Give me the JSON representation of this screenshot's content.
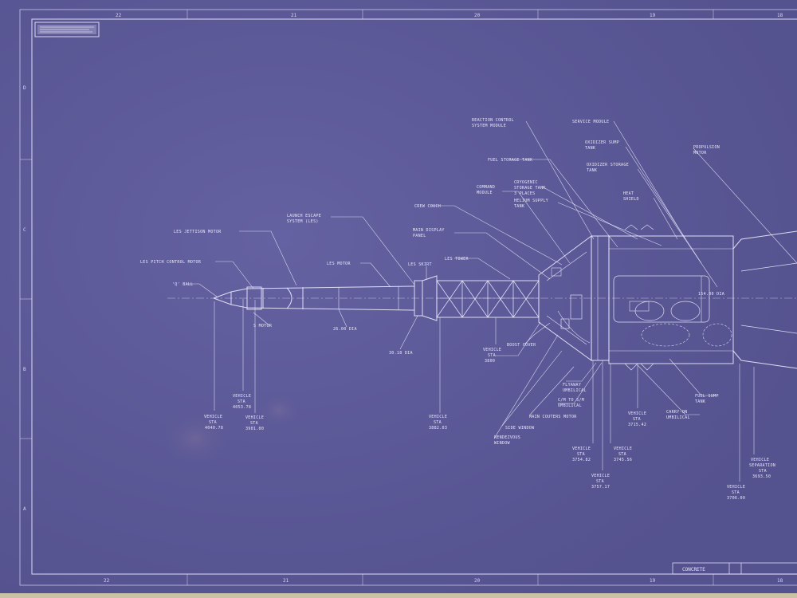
{
  "colors": {
    "paper": "#5d5a99",
    "ink": "#e8e6f8",
    "edge": "#c9c2a4"
  },
  "zones": {
    "top": [
      "22",
      "21",
      "20",
      "19",
      "18"
    ],
    "bottom": [
      "22",
      "21",
      "20",
      "19",
      "18"
    ],
    "left": [
      "D",
      "C",
      "B",
      "A"
    ]
  },
  "title_block": {
    "name": "CONCRETE"
  },
  "labels": {
    "les_jettison_motor": "LES JETTISON MOTOR",
    "les_pitch_control_motor": "LES PITCH CONTROL MOTOR",
    "q_ball": "'Q' BALL",
    "launch_escape_system": [
      "LAUNCH ESCAPE",
      "SYSTEM (LES)"
    ],
    "les_motor": "LES MOTOR",
    "les_skirt": "LES SKIRT",
    "les_tower": "LES TOWER",
    "main_display_panel": [
      "MAIN DISPLAY",
      "PANEL"
    ],
    "crew_couch": "CREW COUCH",
    "command_module": [
      "COMMAND",
      "MODULE"
    ],
    "reaction_control": [
      "REACTION CONTROL",
      "SYSTEM MODULE"
    ],
    "fuel_storage_tank": "FUEL STORAGE TANK",
    "cryogenic": [
      "CRYOGENIC",
      "STORAGE TANK",
      "3 PLACES"
    ],
    "helium_supply": [
      "HELIUM SUPPLY",
      "TANK"
    ],
    "service_module": "SERVICE MODULE",
    "oxidizer_sump": [
      "OXIDIZER SUMP",
      "TANK"
    ],
    "oxidizer_storage": [
      "OXIDIZER STORAGE",
      "TANK"
    ],
    "heat_shield": [
      "HEAT",
      "SHIELD"
    ],
    "propulsion_motor": [
      "PROPULSION",
      "MOTOR"
    ],
    "boost_cover": "BOOST COVER",
    "fuel_sump_tank": [
      "FUEL SUMP",
      "TANK"
    ],
    "cm_sm_umbilical": [
      "C/M TO S/M",
      "UMBILICAL"
    ],
    "flyaway_umbilical": [
      "FLYAWAY",
      "UMBILICAL"
    ],
    "carry_on_umbilical": [
      "CARRY-ON",
      "UMBILICAL"
    ],
    "main_couters_motor": "MAIN COUTERS MOTOR",
    "side_window": "SIDE WINDOW",
    "rendezvous_window": [
      "RENDEZVOUS",
      "WINDOW"
    ],
    "s_motor": "S MOTOR",
    "dia_1": "26.00 DIA",
    "dia_2": "154.00 DIA",
    "dia_3": "30.18 DIA",
    "sta_a": [
      "VEHICLE",
      "STA",
      "4040.78"
    ],
    "sta_b": [
      "VEHICLE",
      "STA",
      "4053.78"
    ],
    "sta_c": [
      "VEHICLE",
      "STA",
      "3901.00"
    ],
    "sta_d": [
      "VEHICLE",
      "STA",
      "3882.03"
    ],
    "sta_e": [
      "VEHICLE",
      "STA",
      "3800"
    ],
    "sta_f": [
      "VEHICLE",
      "STA",
      "3754.82"
    ],
    "sta_g": [
      "VEHICLE",
      "STA",
      "3757.17"
    ],
    "sta_h": [
      "VEHICLE",
      "STA",
      "3745.56"
    ],
    "sta_i": [
      "VEHICLE",
      "STA",
      "3715.42"
    ],
    "sta_j": [
      "VEHICLE",
      "STA",
      "3706.00"
    ],
    "sta_k": [
      "VEHICLE",
      "SEPARATION",
      "STA",
      "3693.50"
    ]
  }
}
